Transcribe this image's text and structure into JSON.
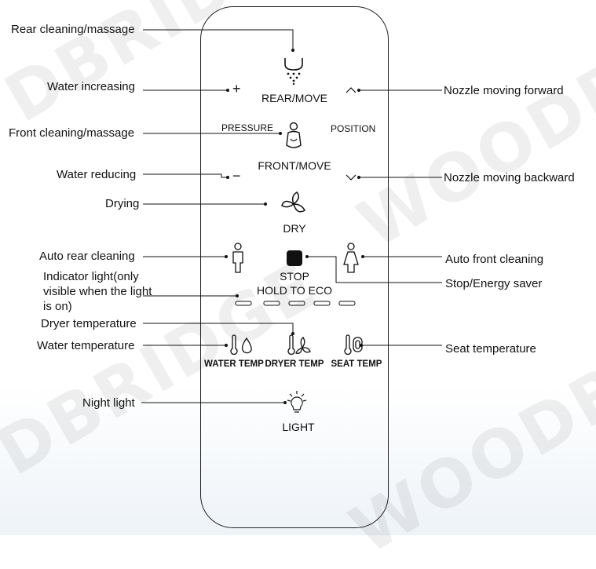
{
  "watermarks": [
    "DBRIDGE",
    "WOODBRIDGE",
    "DBRIDGE",
    "WOODBRIDGE"
  ],
  "callouts": {
    "rear_cleaning": "Rear cleaning/massage",
    "water_increasing": "Water increasing",
    "nozzle_forward": "Nozzle moving forward",
    "front_cleaning": "Front cleaning/massage",
    "water_reducing": "Water reducing",
    "nozzle_backward": "Nozzle moving backward",
    "drying": "Drying",
    "auto_rear": "Auto rear cleaning",
    "auto_front": "Auto front cleaning",
    "indicator_light": "Indicator light(only visible when the light is on)",
    "stop_energy": "Stop/Energy saver",
    "dryer_temp": "Dryer temperature",
    "water_temp": "Water temperature",
    "seat_temp": "Seat temperature",
    "night_light": "Night light"
  },
  "remote": {
    "rear_move": "REAR/MOVE",
    "pressure": "PRESSURE",
    "position": "POSITION",
    "front_move": "FRONT/MOVE",
    "dry": "DRY",
    "stop": "STOP",
    "hold_eco": "HOLD TO ECO",
    "water_temp": "WATER TEMP",
    "dryer_temp": "DRYER TEMP",
    "seat_temp": "SEAT TEMP",
    "light": "LIGHT",
    "plus": "+",
    "minus": "−"
  }
}
